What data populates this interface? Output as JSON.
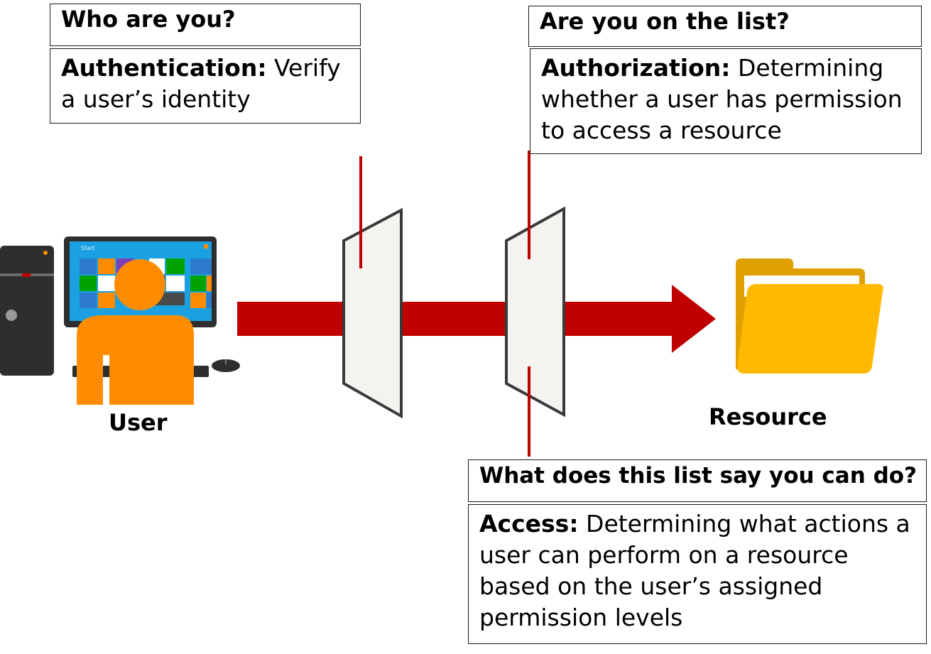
{
  "authentication": {
    "question": "Who are you?",
    "term": "Authentication:",
    "description": "Verify a user’s identity"
  },
  "authorization": {
    "question": "Are you on the list?",
    "term": "Authorization:",
    "description": "Determining whether a user has permission to access a resource"
  },
  "access": {
    "question": "What does this list say you can do?",
    "term": "Access:",
    "description": "Determining what actions a user can perform on a resource based on the user’s assigned permission levels"
  },
  "labels": {
    "user": "User",
    "resource": "Resource"
  },
  "screen": {
    "start_text": "Start"
  },
  "colors": {
    "arrow": "#c00000",
    "user_figure": "#ff8c00",
    "folder_front": "#ffb900",
    "folder_back": "#e0a000",
    "screen": "#1ba1e2",
    "gate": "#f4f3ef"
  }
}
